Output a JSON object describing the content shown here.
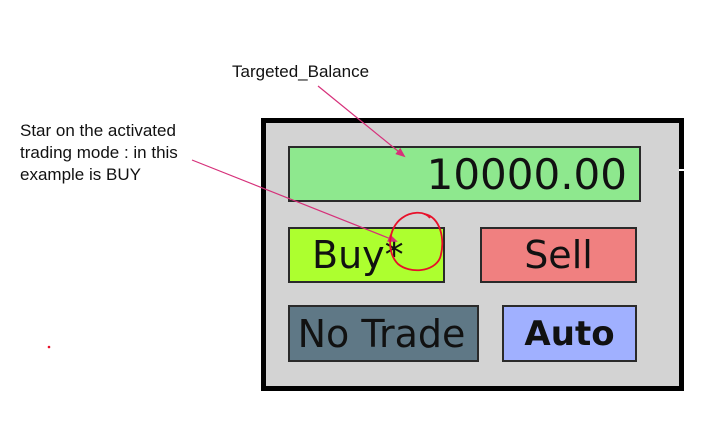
{
  "annotations": {
    "balance_label": "Targeted_Balance",
    "star_label_lines": [
      "Star on the activated",
      "trading mode : in this",
      "example is BUY"
    ],
    "arrow_color": "#d6307a",
    "circle_color": "#e8102a"
  },
  "panel": {
    "background_color": "#d3d3d3",
    "border_color": "#000000",
    "balance_value": "10000.00",
    "balance_color": "#8ee88e",
    "buttons": {
      "buy": {
        "label": "Buy",
        "marker": "*",
        "color": "#adff2f",
        "active": true
      },
      "sell": {
        "label": "Sell",
        "color": "#f08080"
      },
      "no_trade": {
        "label": "No Trade",
        "color": "#5f7886"
      },
      "auto": {
        "label": "Auto",
        "color": "#a0b0ff"
      }
    }
  }
}
